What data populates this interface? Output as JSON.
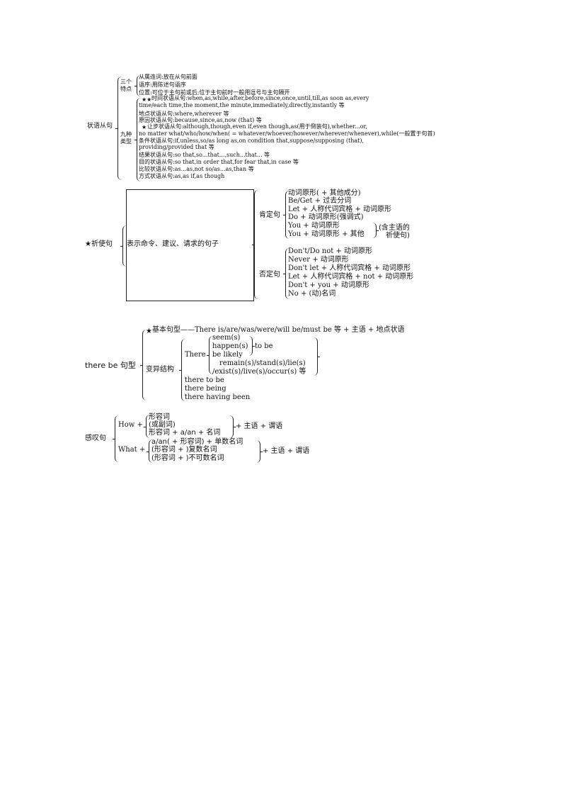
{
  "adverbial": {
    "title": "状语从句",
    "features_label": [
      "三个",
      "特点"
    ],
    "features": [
      "从属连词:放在从句前面",
      "语序:用陈述句语序",
      "位置:可位于主句前或后;位于主句前时一般用逗号与主句隔开"
    ],
    "types_label": [
      "九种",
      "类型"
    ],
    "time": {
      "marker": "★★",
      "line1": "时间状语从句:when,as,while,after,before,since,once,until,till,as soon as,every",
      "line2": "time/each time,the moment,the minute,immediately,directly,instantly 等"
    },
    "place": "地点状语从句:where,wherever 等",
    "reason": "原因状语从句:because,since,as,now (that) 等",
    "concession": {
      "marker": "★",
      "line1": "让步状语从句:although,though,even if,even though,as(用于倒装句),whether...or,",
      "line2": "no matter what/who/how/when( = whatever/whoever/however/wherever/whenever),while(一般置于句首)"
    },
    "condition": {
      "line1": "条件状语从句:if,unless,so/as long as,on condition that,suppose/supposing (that),",
      "line2": "providing/provided that 等"
    },
    "result": "结果状语从句:so that,so...that...,such...that... 等",
    "purpose": "目的状语从句:so that,in order that,for fear that,in case 等",
    "comparison": "比较状语从句:as...as,not so/as...as,than 等",
    "manner": "方式状语从句:as,as if,as though"
  },
  "imperative": {
    "title": "★祈使句",
    "definition": "表示命令、建议、请求的句子",
    "affirmative_label": "肯定句",
    "affirmative": [
      "动词原形( + 其他成分)",
      "Be/Get + 过去分词",
      "Let + 人称代词宾格 + 动词原形",
      "Do + 动词原形(强调式)",
      "You + 动词原形",
      "You + 动词原形 + 其他"
    ],
    "subject_note": [
      "(含主语的",
      "祈使句)"
    ],
    "negative_label": "否定句",
    "negative": [
      "Don't/Do not + 动词原形",
      "Never + 动词原形",
      "Don't let + 人称代词宾格 + 动词原形",
      "Let + 人称代词宾格 + not + 动词原形",
      "Don't + you + 动词原形",
      "No + (动)名词"
    ]
  },
  "there_be": {
    "title": "there be 句型",
    "basic_marker": "★",
    "basic": "基本句型——There is/are/was/were/will be/must be 等 + 主语 + 地点状语",
    "variant_label": "变异结构",
    "there": "There",
    "verbs": [
      "seem(s)",
      "happen(s)",
      "be likely"
    ],
    "to_be": "to be",
    "other_verbs": [
      "remain(s)/stand(s)/lie(s)",
      "/exist(s)/live(s)/occur(s) 等"
    ],
    "forms": [
      "there to be",
      "there being",
      "there having been"
    ]
  },
  "exclamatory": {
    "title": "感叹句",
    "how": "How +",
    "how_options": [
      "形容词",
      "(或副词)",
      "形容词 + a/an + 名词"
    ],
    "what": "What +",
    "what_options": [
      "a/an( + 形容词) + 单数名词",
      "(形容词 + )复数名词",
      "(形容词 + )不可数名词"
    ],
    "tail": "+ 主语 + 谓语"
  }
}
